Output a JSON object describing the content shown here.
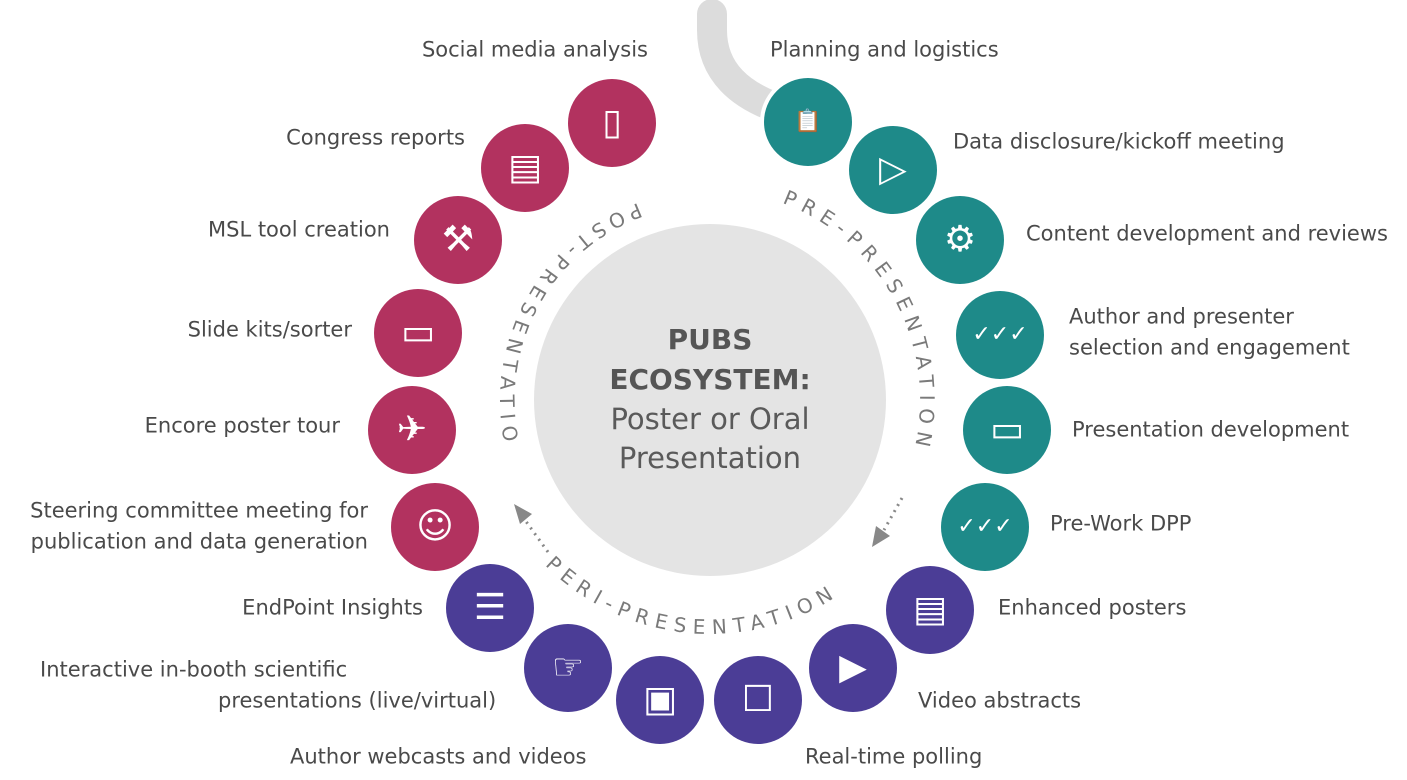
{
  "center": {
    "line1": "PUBS",
    "line2": "ECOSYSTEM:",
    "line3": "Poster or Oral",
    "line4": "Presentation"
  },
  "phases": {
    "pre": "PRE-PRESENTATION",
    "peri": "PERI-PRESENTATION",
    "post": "POST-PRESENTATION"
  },
  "colors": {
    "pre": "#1e8a89",
    "peri": "#4b3d96",
    "post": "#b2325f",
    "center": "#e4e4e4",
    "hook": "#dcdcdc"
  },
  "steps": [
    {
      "phase": "pre",
      "label": [
        "Planning and logistics"
      ],
      "icon": "clipboard-play-icon",
      "glyph": "📋"
    },
    {
      "phase": "pre",
      "label": [
        "Data disclosure/kickoff meeting"
      ],
      "icon": "play-icon",
      "glyph": "▷"
    },
    {
      "phase": "pre",
      "label": [
        "Content development and reviews"
      ],
      "icon": "gears-icon",
      "glyph": "⚙"
    },
    {
      "phase": "pre",
      "label": [
        "Author and presenter",
        "selection and engagement"
      ],
      "icon": "people-check-icon",
      "glyph": "✓✓✓"
    },
    {
      "phase": "pre",
      "label": [
        "Presentation development"
      ],
      "icon": "presentation-gear-icon",
      "glyph": "▭"
    },
    {
      "phase": "pre",
      "label": [
        "Pre-Work DPP"
      ],
      "icon": "checkmarks-icon",
      "glyph": "✓✓✓"
    },
    {
      "phase": "peri",
      "label": [
        "Enhanced posters"
      ],
      "icon": "poster-icon",
      "glyph": "▤"
    },
    {
      "phase": "peri",
      "label": [
        "Video abstracts"
      ],
      "icon": "film-icon",
      "glyph": "▶"
    },
    {
      "phase": "peri",
      "label": [
        "Real-time polling"
      ],
      "icon": "ballot-box-icon",
      "glyph": "☐"
    },
    {
      "phase": "peri",
      "label": [
        "Author webcasts and videos"
      ],
      "icon": "webcast-monitor-icon",
      "glyph": "▣"
    },
    {
      "phase": "peri",
      "label": [
        "Interactive in-booth scientific",
        "presentations (live/virtual)"
      ],
      "icon": "touch-screen-icon",
      "glyph": "☞"
    },
    {
      "phase": "peri",
      "label": [
        "EndPoint Insights"
      ],
      "icon": "chat-bubbles-icon",
      "glyph": "☰"
    },
    {
      "phase": "post",
      "label": [
        "Steering committee meeting for",
        "publication and data generation"
      ],
      "icon": "team-idea-icon",
      "glyph": "☺"
    },
    {
      "phase": "post",
      "label": [
        "Encore poster tour"
      ],
      "icon": "plane-poster-icon",
      "glyph": "✈"
    },
    {
      "phase": "post",
      "label": [
        "Slide kits/sorter"
      ],
      "icon": "slide-board-icon",
      "glyph": "▭"
    },
    {
      "phase": "post",
      "label": [
        "MSL tool creation"
      ],
      "icon": "hammer-wrench-icon",
      "glyph": "⚒"
    },
    {
      "phase": "post",
      "label": [
        "Congress reports"
      ],
      "icon": "documents-icon",
      "glyph": "▤"
    },
    {
      "phase": "post",
      "label": [
        "Social media analysis"
      ],
      "icon": "smartphone-icon",
      "glyph": "▯"
    }
  ]
}
